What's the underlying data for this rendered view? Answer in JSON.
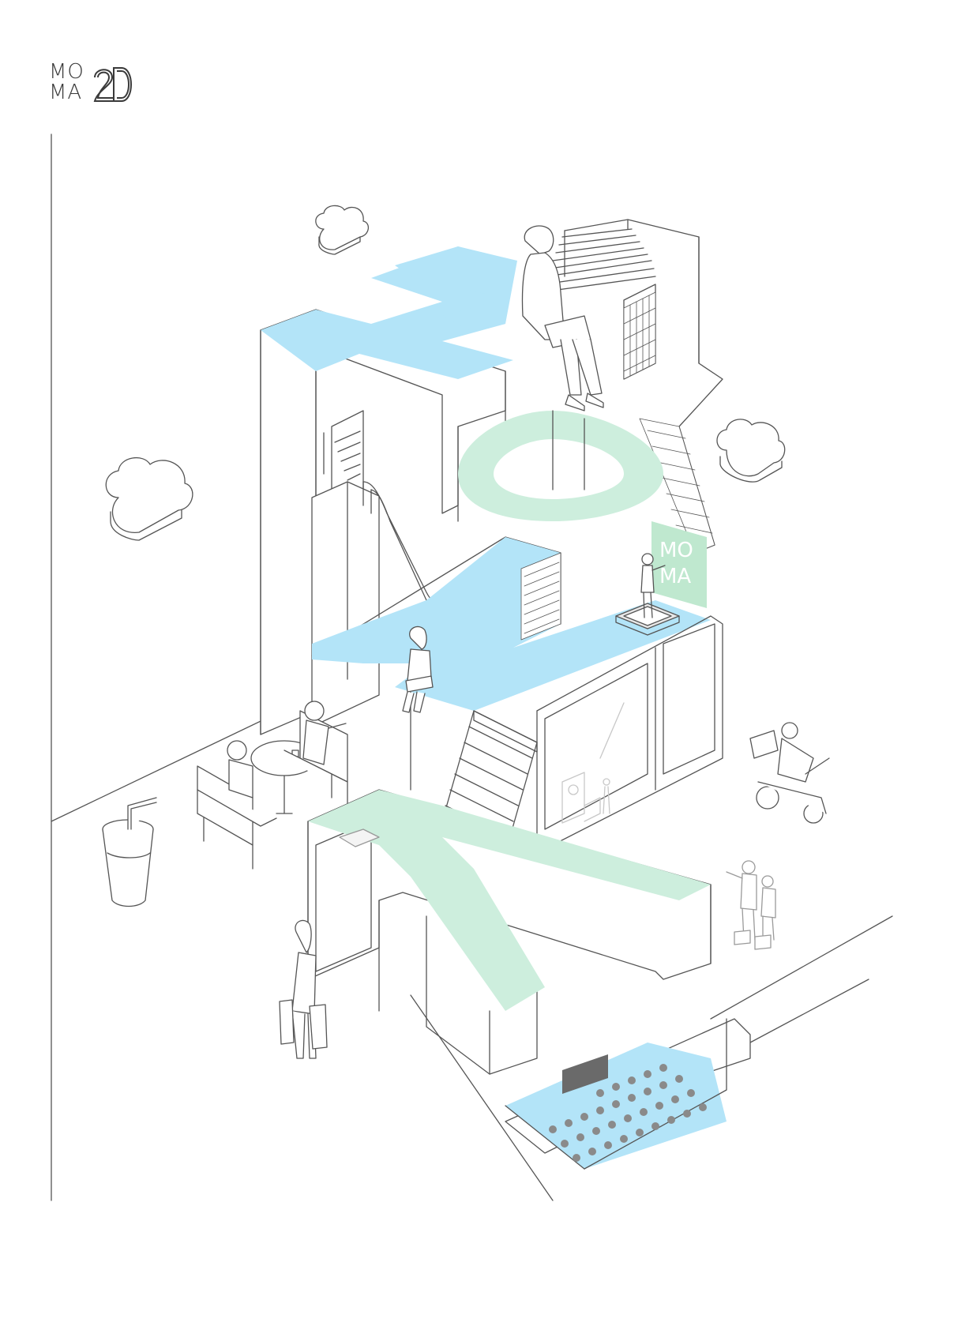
{
  "logo": {
    "row1": "MO",
    "row2": "MA",
    "mark_icon": "twenty-anniversary-mark-icon"
  },
  "signboard": {
    "row1": "MO",
    "row2": "MA"
  },
  "colors": {
    "line": "#555555",
    "blue": "#b3e4f8",
    "mint": "#cdeedd",
    "sign_green": "#bfe8cf",
    "screen_gray": "#6a6a6a",
    "audience_gray": "#8a8a8a"
  },
  "icons": [
    "cloud-icon",
    "person-with-laptop-icon",
    "escalator-icon",
    "staircase-icon",
    "cafe-table-icon",
    "drink-cup-icon",
    "shopper-icon",
    "delivery-scooter-icon",
    "family-with-dogs-icon",
    "cinema-audience-icon",
    "projection-screen-icon"
  ]
}
